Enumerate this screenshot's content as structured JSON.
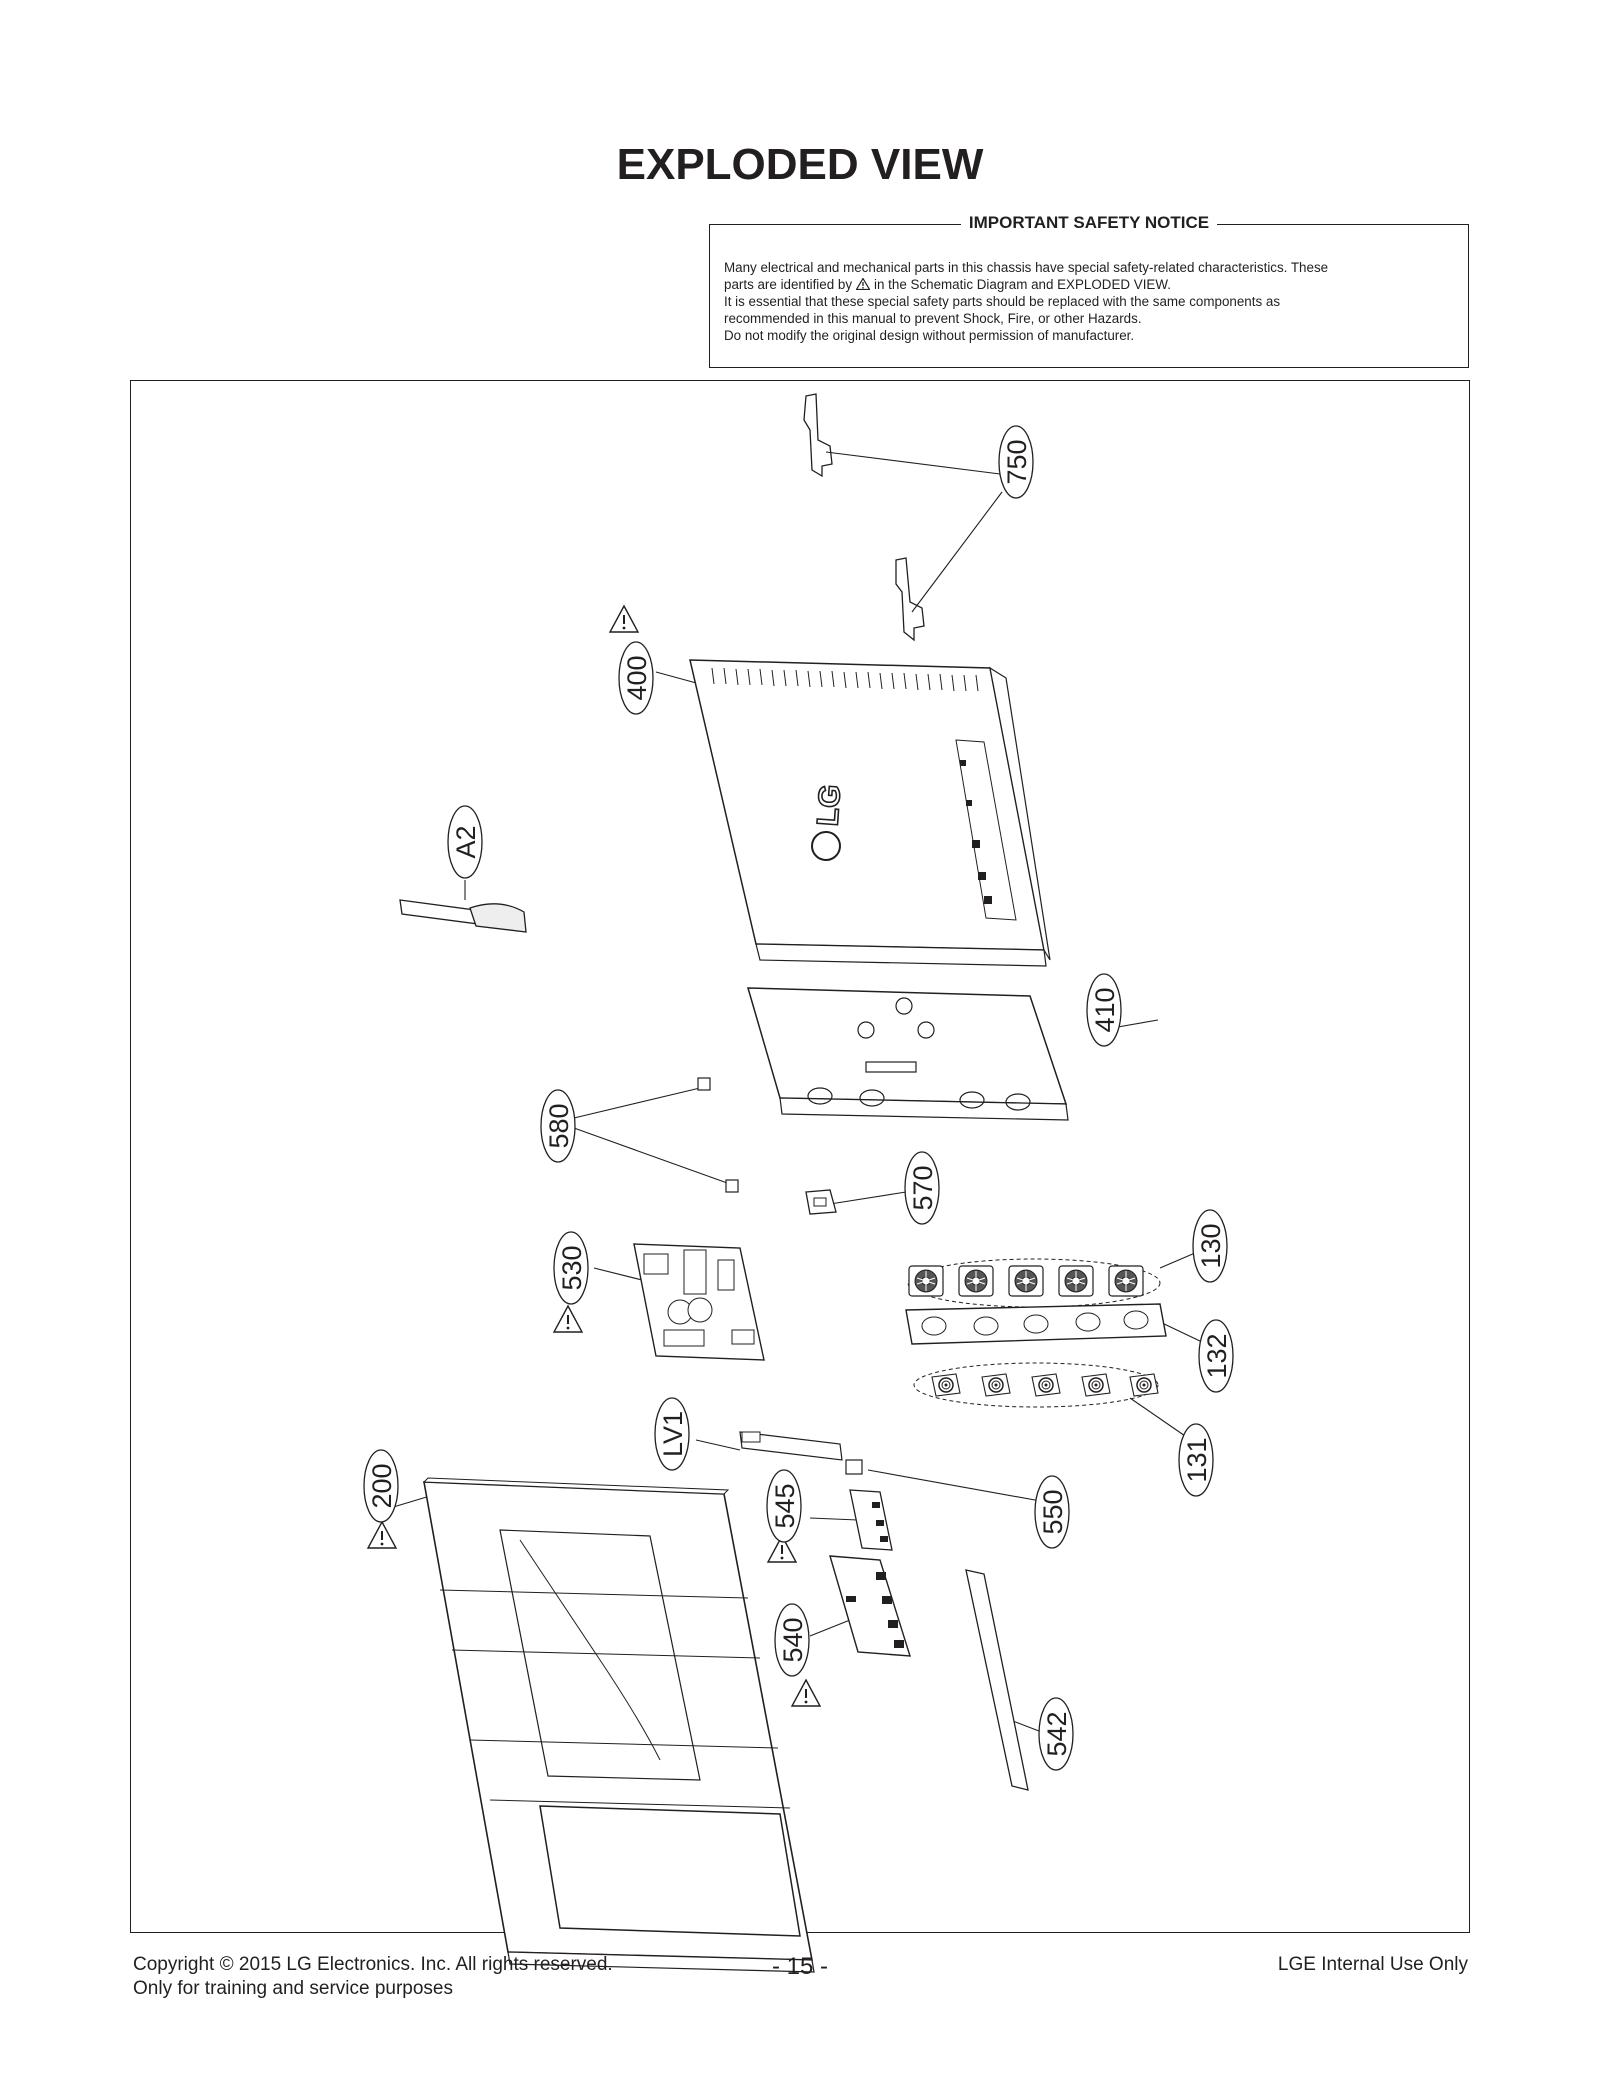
{
  "page_title": "EXPLODED VIEW",
  "notice": {
    "title": "IMPORTANT SAFETY NOTICE",
    "line1": "Many electrical and mechanical parts in this chassis have special safety-related characteristics. These",
    "line2_a": "parts are identified by",
    "line2_b": "in the Schematic Diagram and EXPLODED VIEW.",
    "line3": "It is essential that these special safety parts should be replaced with the same components as",
    "line4": "recommended in this manual to prevent Shock, Fire, or other Hazards.",
    "line5": "Do not modify the original design without permission of manufacturer."
  },
  "diagram": {
    "part_labels": [
      "750",
      "400",
      "A2",
      "410",
      "580",
      "570",
      "530",
      "130",
      "132",
      "131",
      "LV1",
      "200",
      "545",
      "550",
      "540",
      "542"
    ],
    "warning_icon": "warning-triangle-icon"
  },
  "footer": {
    "copyright": "Copyright  © 2015  LG Electronics. Inc. All rights reserved.",
    "training": "Only for training and service purposes",
    "page_number": "- 15 -",
    "internal": "LGE Internal Use Only"
  }
}
